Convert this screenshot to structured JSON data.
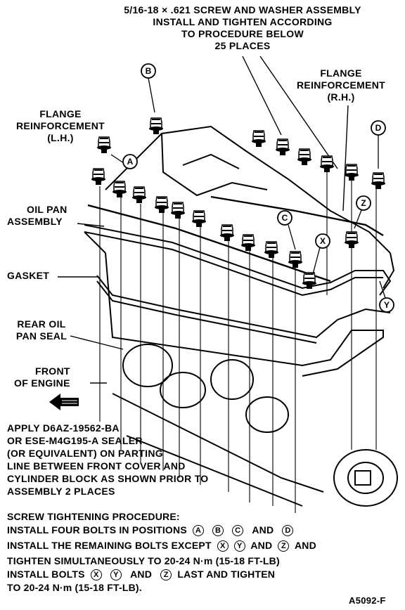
{
  "callouts": {
    "screw_line1": "5/16-18 × .621 SCREW AND WASHER ASSEMBLY",
    "screw_line2": "INSTALL AND TIGHTEN ACCORDING",
    "screw_line3": "TO PROCEDURE BELOW",
    "screw_line4": "25 PLACES",
    "flange_rh_line1": "FLANGE",
    "flange_rh_line2": "REINFORCEMENT",
    "flange_rh_line3": "(R.H.)",
    "flange_lh_line1": "FLANGE",
    "flange_lh_line2": "REINFORCEMENT",
    "flange_lh_line3": "(L.H.)",
    "oil_pan_line1": "OIL PAN",
    "oil_pan_line2": "ASSEMBLY",
    "gasket": "GASKET",
    "rear_seal_line1": "REAR OIL",
    "rear_seal_line2": "PAN SEAL",
    "front_line1": "FRONT",
    "front_line2": "OF ENGINE"
  },
  "bolt_labels": {
    "a": "A",
    "b": "B",
    "c": "C",
    "d": "D",
    "x": "X",
    "y": "Y",
    "z": "Z"
  },
  "sealer_note": [
    "APPLY D6AZ-19562-BA",
    "OR ESE-M4G195-A SEALER",
    "(OR EQUIVALENT) ON PARTING",
    "LINE BETWEEN FRONT COVER AND",
    "CYLINDER BLOCK AS SHOWN PRIOR TO",
    "ASSEMBLY 2 PLACES"
  ],
  "procedure": {
    "title": "SCREW TIGHTENING PROCEDURE:",
    "line1_prefix": "INSTALL FOUR BOLTS IN POSITIONS",
    "line1_and": "AND",
    "line2_prefix": "INSTALL THE REMAINING BOLTS EXCEPT",
    "line2_and": "AND",
    "line2_suffix": "AND",
    "line3": "TIGHTEN SIMULTANEOUSLY TO 20-24 N·m (15-18 FT-LB)",
    "line4_prefix": "INSTALL BOLTS",
    "line4_and": "AND",
    "line4_suffix": "LAST AND TIGHTEN",
    "line5": "TO 20-24 N·m (15-18 FT-LB)."
  },
  "figure_id": "A5092-F"
}
